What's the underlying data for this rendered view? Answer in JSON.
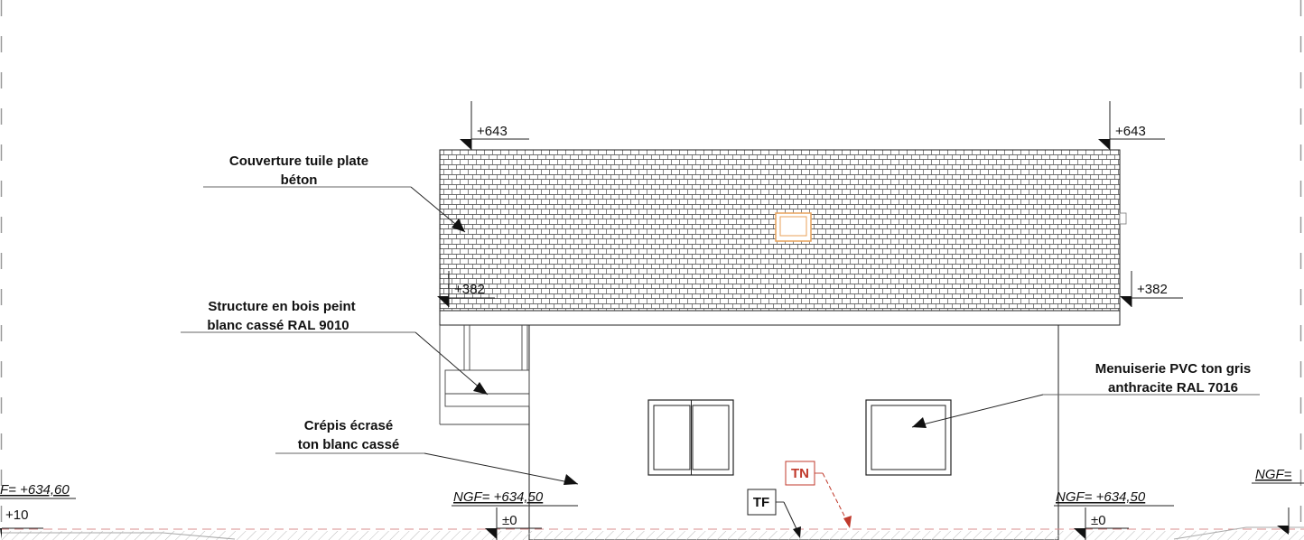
{
  "labels": {
    "roof_line1": "Couverture tuile plate",
    "roof_line2": "béton",
    "structure_line1": "Structure en bois peint",
    "structure_line2": "blanc cassé RAL 9010",
    "render_line1": "Crépis écrasé",
    "render_line2": "ton blanc cassé",
    "joinery_line1": "Menuiserie PVC ton gris",
    "joinery_line2": "anthracite RAL 7016"
  },
  "levels": {
    "ridge_left": "+643",
    "ridge_right": "+643",
    "eave_left": "+382",
    "eave_right": "+382",
    "floor_left": "±0",
    "floor_right": "±0",
    "offsite_left": "+10"
  },
  "ngf": {
    "left_edge": "F= +634,60",
    "center": "NGF= +634,50",
    "right": "NGF= +634,50",
    "right_edge": "NGF="
  },
  "markers": {
    "tn": "TN",
    "tf": "TF"
  },
  "colors": {
    "line": "#111111",
    "tn_red": "#c0392b",
    "skylight_orange": "#e8a25a",
    "ground_dash": "#d98c8c"
  }
}
